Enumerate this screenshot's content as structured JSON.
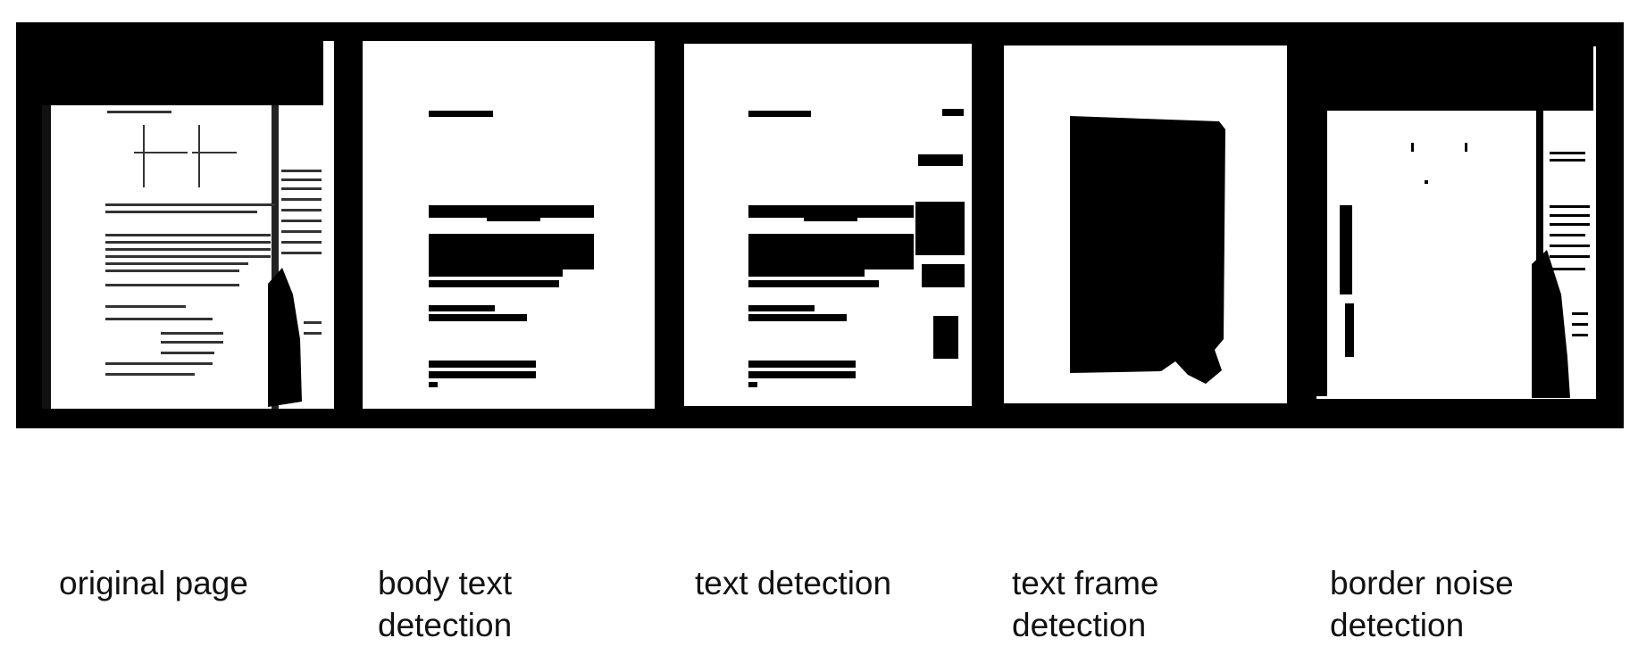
{
  "figure": {
    "frame_color": "#000000",
    "page_color": "#ffffff",
    "panels": [
      {
        "id": "original",
        "caption_lines": [
          "original page"
        ]
      },
      {
        "id": "body-text",
        "caption_lines": [
          "body text",
          "detection"
        ]
      },
      {
        "id": "text",
        "caption_lines": [
          "text detection"
        ]
      },
      {
        "id": "text-frame",
        "caption_lines": [
          "text frame",
          "detection"
        ]
      },
      {
        "id": "border-noise",
        "caption_lines": [
          "border noise",
          "detection"
        ]
      }
    ]
  }
}
